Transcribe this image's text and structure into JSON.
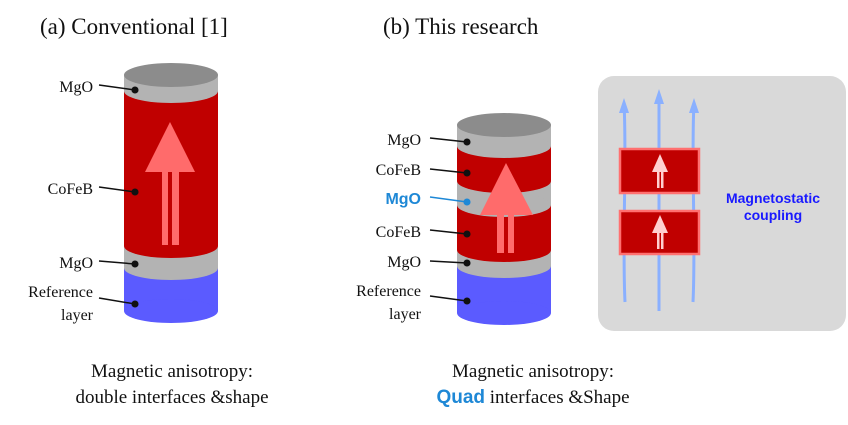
{
  "panel_a": {
    "title": "(a)  Conventional [1]",
    "labels": {
      "mgo_top": "MgO",
      "cofeb": "CoFeB",
      "mgo_bottom": "MgO",
      "reference_1": "Reference",
      "reference_2": "layer"
    },
    "caption_1": "Magnetic anisotropy:",
    "caption_2": "double interfaces &shape"
  },
  "panel_b": {
    "title": "(b)  This research",
    "labels": {
      "mgo_top": "MgO",
      "cofeb_top": "CoFeB",
      "mgo_middle": "MgO",
      "cofeb_bottom": "CoFeB",
      "mgo_bottom": "MgO",
      "reference_1": "Reference",
      "reference_2": "layer"
    },
    "coupling_1": "Magnetostatic",
    "coupling_2": "coupling",
    "caption_1": "Magnetic anisotropy:",
    "caption_2_emph": "Quad",
    "caption_2_rest": " interfaces &Shape"
  },
  "colors": {
    "mgo": "#b3b3b3",
    "mgo_top": "#8c8c8c",
    "cofeb": "#c00000",
    "reference": "#5b5bff",
    "arrow": "#ff6b6b",
    "highlight": "#1e88d6",
    "coupling_text": "#1a1aff",
    "field_line": "#8ab0ff"
  }
}
